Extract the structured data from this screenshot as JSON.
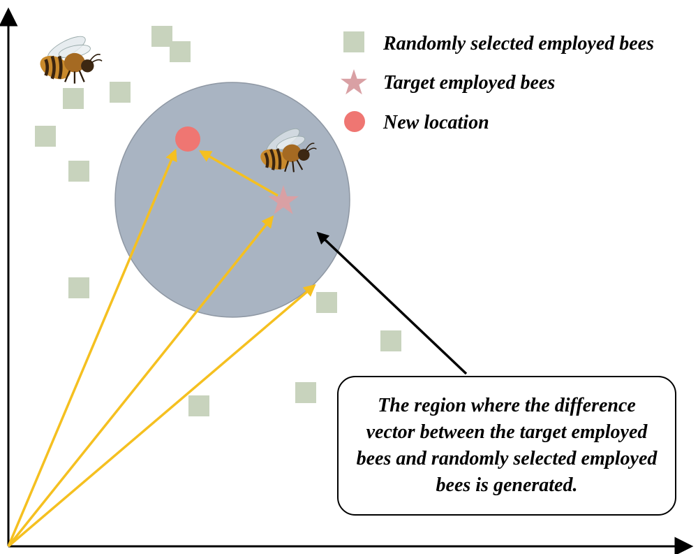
{
  "legend": {
    "random_bees_label": "Randomly selected employed bees",
    "target_bee_label": "Target employed bees",
    "new_location_label": "New location"
  },
  "callout": {
    "text": "The region where the difference vector between the target employed bees and randomly selected employed bees is generated."
  },
  "colors": {
    "random_bee_square": "#c8d3bd",
    "target_star": "#d9a0a4",
    "new_location_dot": "#ef7672",
    "region_fill": "#a9b4c2",
    "vector_arrow": "#f5c020",
    "pointer_arrow": "#000000",
    "axis": "#000000"
  },
  "icons": {
    "bee_top_left": "bee-icon",
    "bee_in_region": "bee-icon"
  }
}
